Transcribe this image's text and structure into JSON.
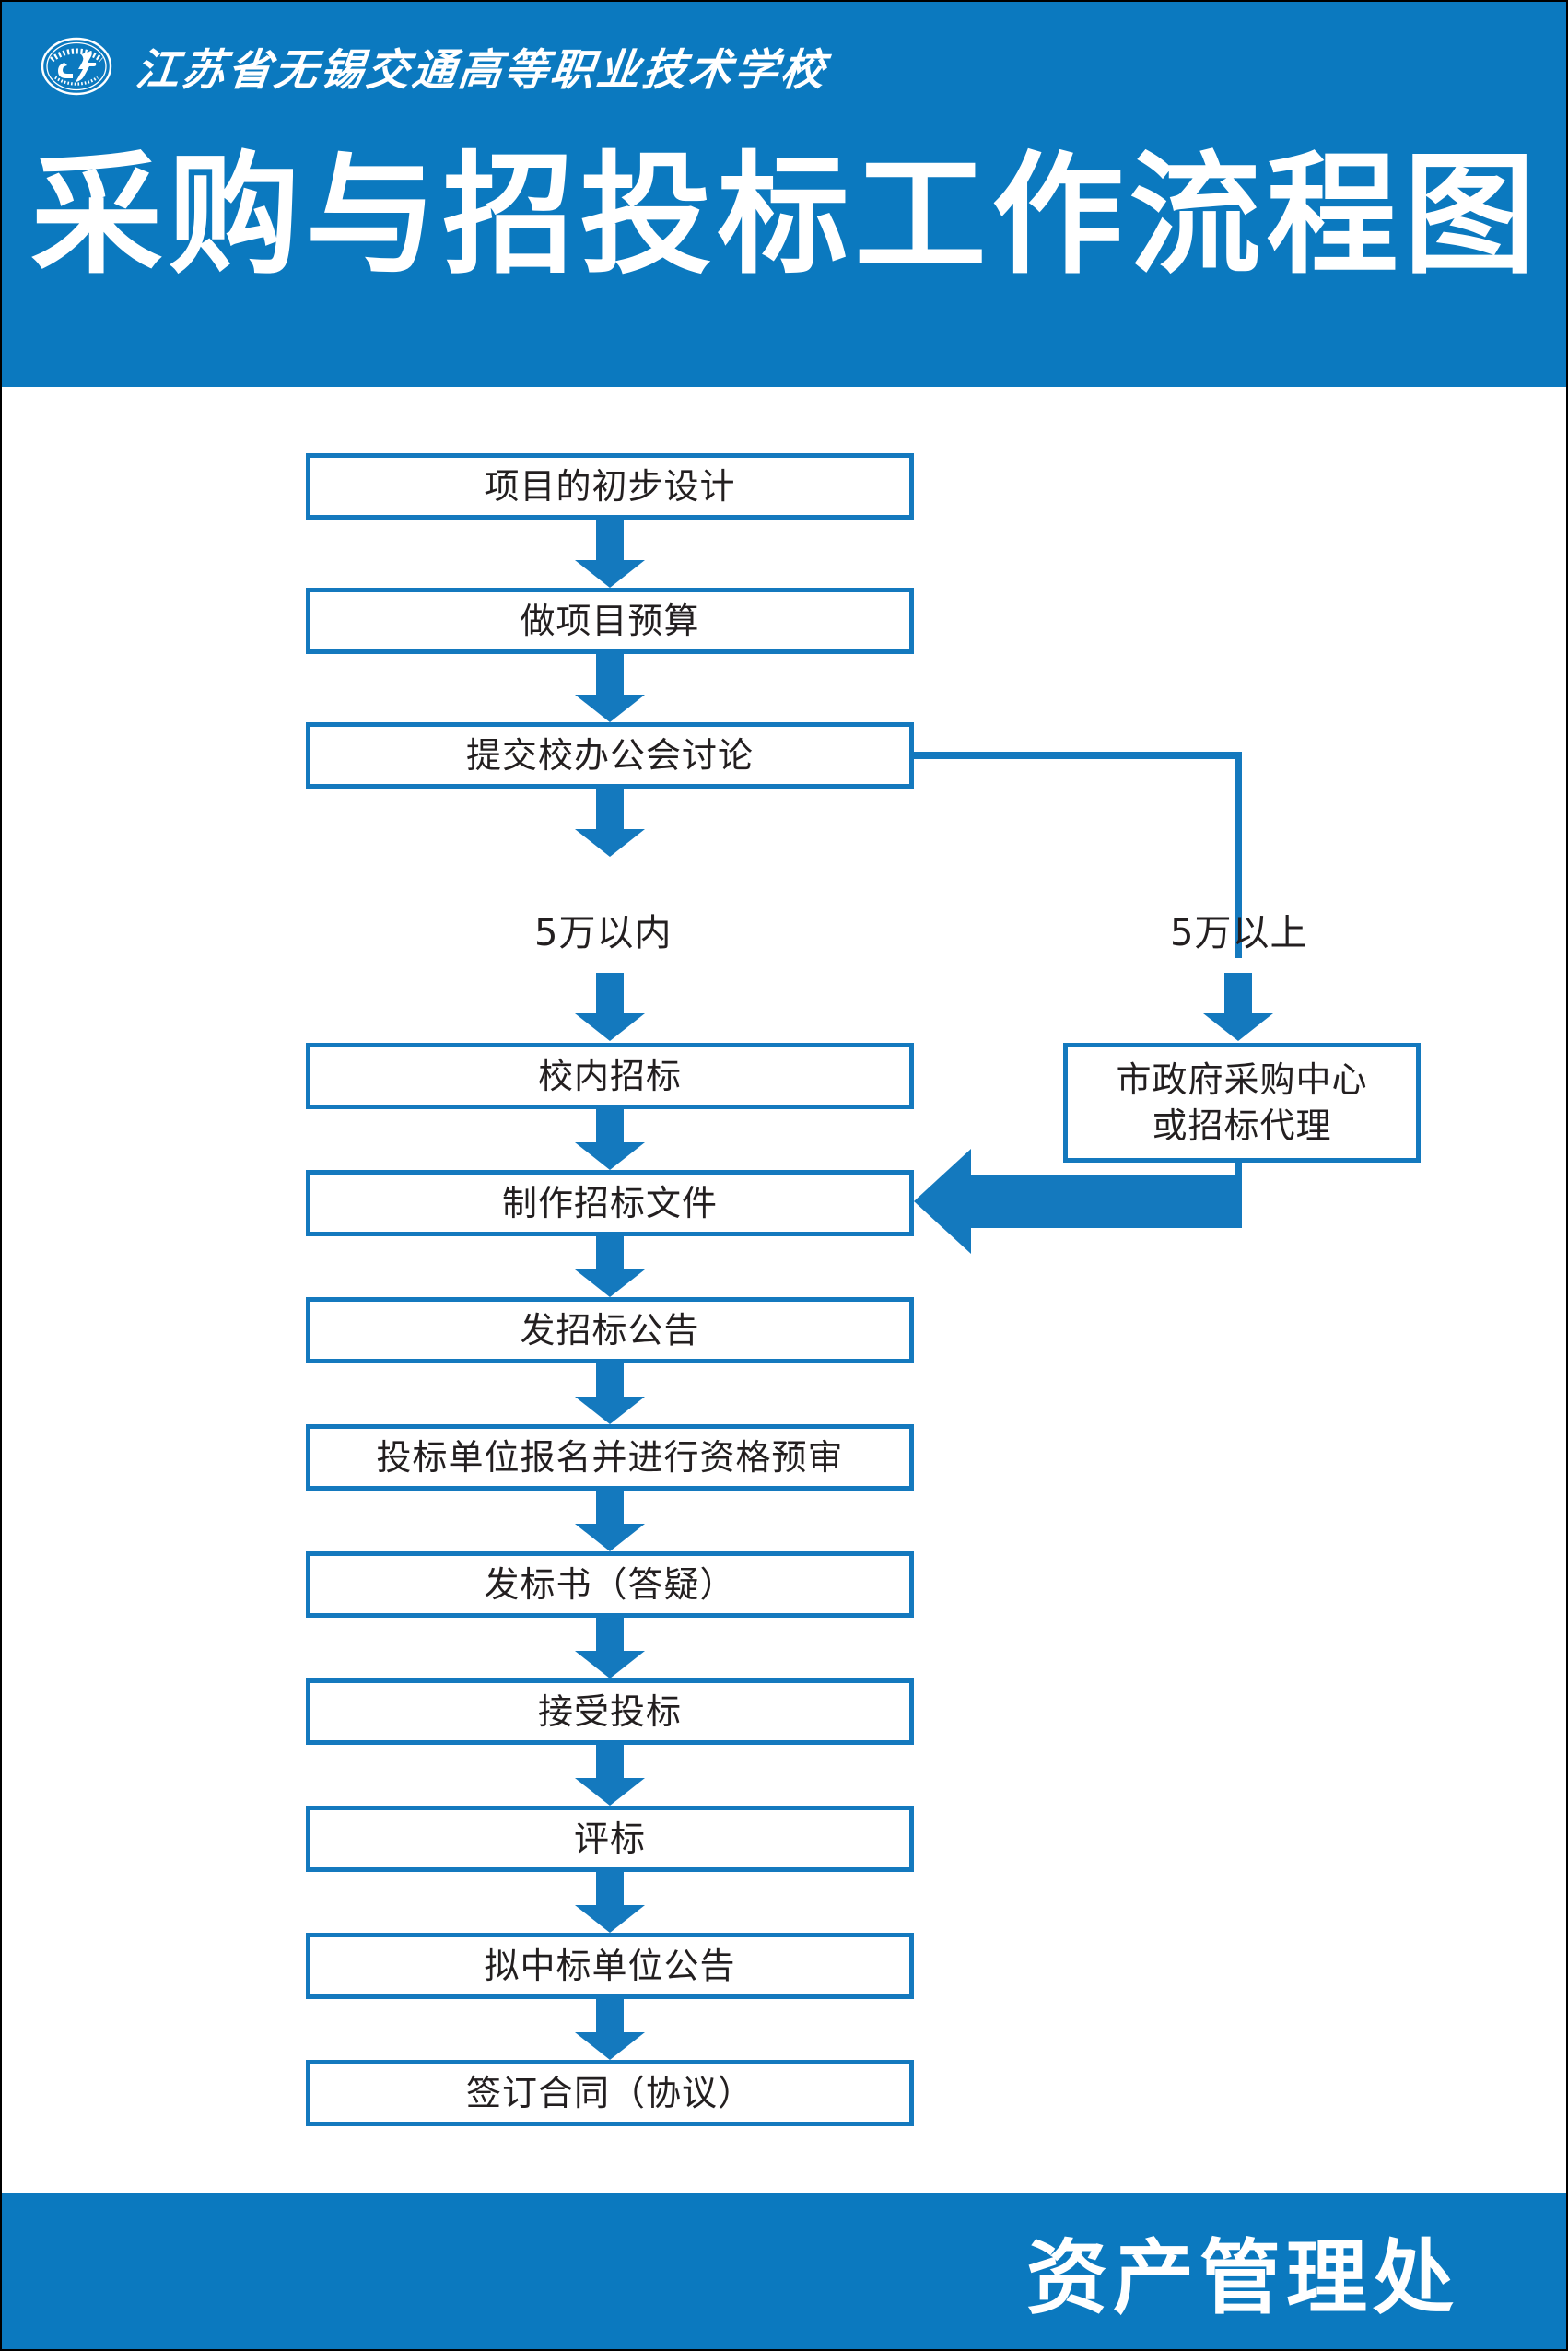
{
  "header": {
    "logo_icon": "school-seal-icon",
    "school_name": "江苏省无锡交通高等职业技术学校",
    "poster_title": "采购与招投标工作流程图",
    "band_color": "#0B79BF"
  },
  "footer": {
    "department": "资产管理处",
    "band_color": "#0B79BF"
  },
  "chart_data": {
    "type": "flowchart",
    "title": "采购与招投标工作流程图",
    "accent_color": "#1479BE",
    "node_border_color": "#1479BE",
    "node_text_color": "#231f20",
    "nodes": [
      {
        "id": "n1",
        "label": "项目的初步设计",
        "column": "main"
      },
      {
        "id": "n2",
        "label": "做项目预算",
        "column": "main"
      },
      {
        "id": "n3",
        "label": "提交校办公会讨论",
        "column": "main"
      },
      {
        "id": "n4",
        "label": "校内招标",
        "column": "main"
      },
      {
        "id": "n5",
        "label": "市政府采购中心\n或招标代理",
        "line1": "市政府采购中心",
        "line2": "或招标代理",
        "column": "right"
      },
      {
        "id": "n6",
        "label": "制作招标文件",
        "column": "main"
      },
      {
        "id": "n7",
        "label": "发招标公告",
        "column": "main"
      },
      {
        "id": "n8",
        "label": "投标单位报名并进行资格预审",
        "column": "main"
      },
      {
        "id": "n9",
        "label": "发标书（答疑）",
        "column": "main"
      },
      {
        "id": "n10",
        "label": "接受投标",
        "column": "main"
      },
      {
        "id": "n11",
        "label": "评标",
        "column": "main"
      },
      {
        "id": "n12",
        "label": "拟中标单位公告",
        "column": "main"
      },
      {
        "id": "n13",
        "label": "签订合同（协议）",
        "column": "main"
      }
    ],
    "branch_labels": [
      {
        "id": "b1",
        "label": "5万以内",
        "side": "left"
      },
      {
        "id": "b2",
        "label": "5万以上",
        "side": "right"
      }
    ],
    "edges": [
      {
        "from": "n1",
        "to": "n2",
        "type": "down"
      },
      {
        "from": "n2",
        "to": "n3",
        "type": "down"
      },
      {
        "from": "n3",
        "to": "n4",
        "type": "down",
        "label": "5万以内"
      },
      {
        "from": "n3",
        "to": "n5",
        "type": "elbow-right",
        "label": "5万以上"
      },
      {
        "from": "n4",
        "to": "n6",
        "type": "down"
      },
      {
        "from": "n5",
        "to": "n6",
        "type": "elbow-left-merge"
      },
      {
        "from": "n6",
        "to": "n7",
        "type": "down"
      },
      {
        "from": "n7",
        "to": "n8",
        "type": "down"
      },
      {
        "from": "n8",
        "to": "n9",
        "type": "down"
      },
      {
        "from": "n9",
        "to": "n10",
        "type": "down"
      },
      {
        "from": "n10",
        "to": "n11",
        "type": "down"
      },
      {
        "from": "n11",
        "to": "n12",
        "type": "down"
      },
      {
        "from": "n12",
        "to": "n13",
        "type": "down"
      }
    ]
  }
}
